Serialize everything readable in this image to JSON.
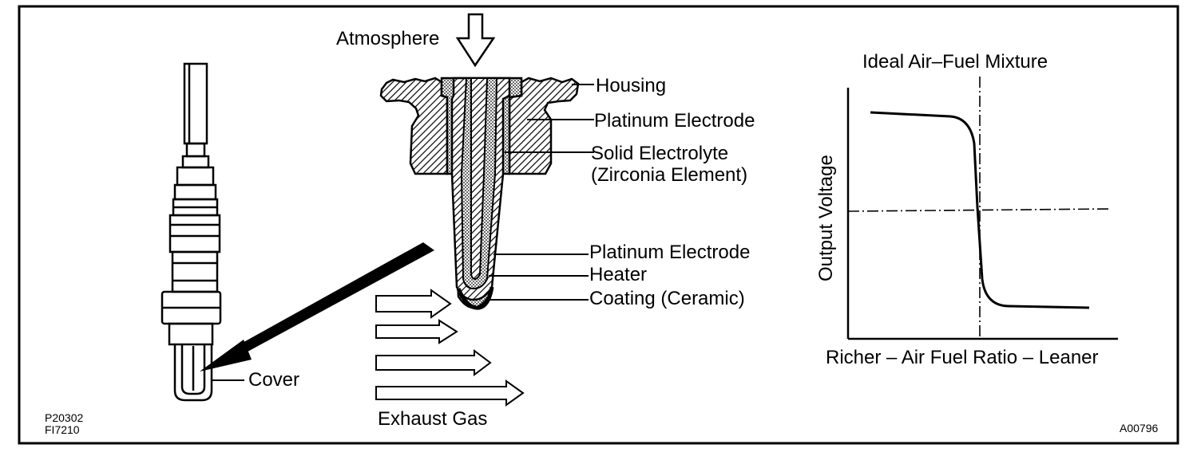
{
  "labels": {
    "atmosphere": "Atmosphere",
    "housing": "Housing",
    "platinum_electrode_top": "Platinum Electrode",
    "solid_electrolyte_line1": "Solid Electrolyte",
    "solid_electrolyte_line2": "(Zirconia Element)",
    "platinum_electrode_bottom": "Platinum Electrode",
    "heater": "Heater",
    "coating": "Coating (Ceramic)",
    "cover": "Cover",
    "exhaust_gas": "Exhaust Gas",
    "graph_title": "Ideal Air–Fuel Mixture",
    "graph_xlabel": "Richer – Air Fuel Ratio – Leaner",
    "graph_ylabel": "Output Voltage"
  },
  "codes": {
    "left_line1": "P20302",
    "left_line2": "FI7210",
    "right": "A00796"
  },
  "colors": {
    "ink": "#000000",
    "paper": "#ffffff"
  }
}
